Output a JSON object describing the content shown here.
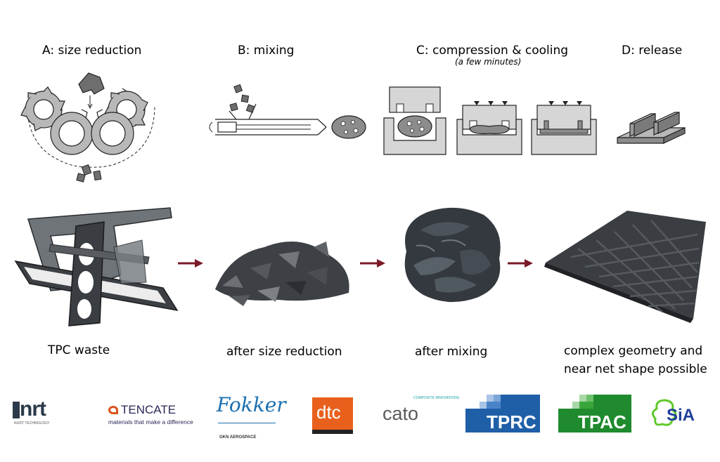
{
  "steps": [
    {
      "label": "A: size reduction"
    },
    {
      "label": "B: mixing"
    },
    {
      "label": "C: compression & cooling",
      "note": "(a few minutes)"
    },
    {
      "label": "D: release"
    }
  ],
  "captions": [
    "TPC waste",
    "after size reduction",
    "after mixing",
    "complex geometry and",
    "near net shape possible"
  ],
  "colors": {
    "arrow": "#7a1a28",
    "diagram_fill": "#b8b8b8",
    "diagram_dark": "#6e6e6e",
    "material": "#8c8c8c"
  },
  "logos": {
    "nrt": {
      "main": "nrt",
      "sub": "NIJDT TECHNOLOGY"
    },
    "tencate": {
      "main": "TENCATE",
      "sub": "materials that make a difference"
    },
    "fokker": {
      "main": "Fokker",
      "sub": "GKN AEROSPACE"
    },
    "dtc": {
      "main": "dtc"
    },
    "cato": {
      "main": "cato",
      "sub": "COMPOSITE INNOVATIONS"
    },
    "tprc": {
      "main": "TPRC"
    },
    "tpac": {
      "main": "TPAC"
    },
    "sia": {
      "main": "SiA"
    }
  }
}
